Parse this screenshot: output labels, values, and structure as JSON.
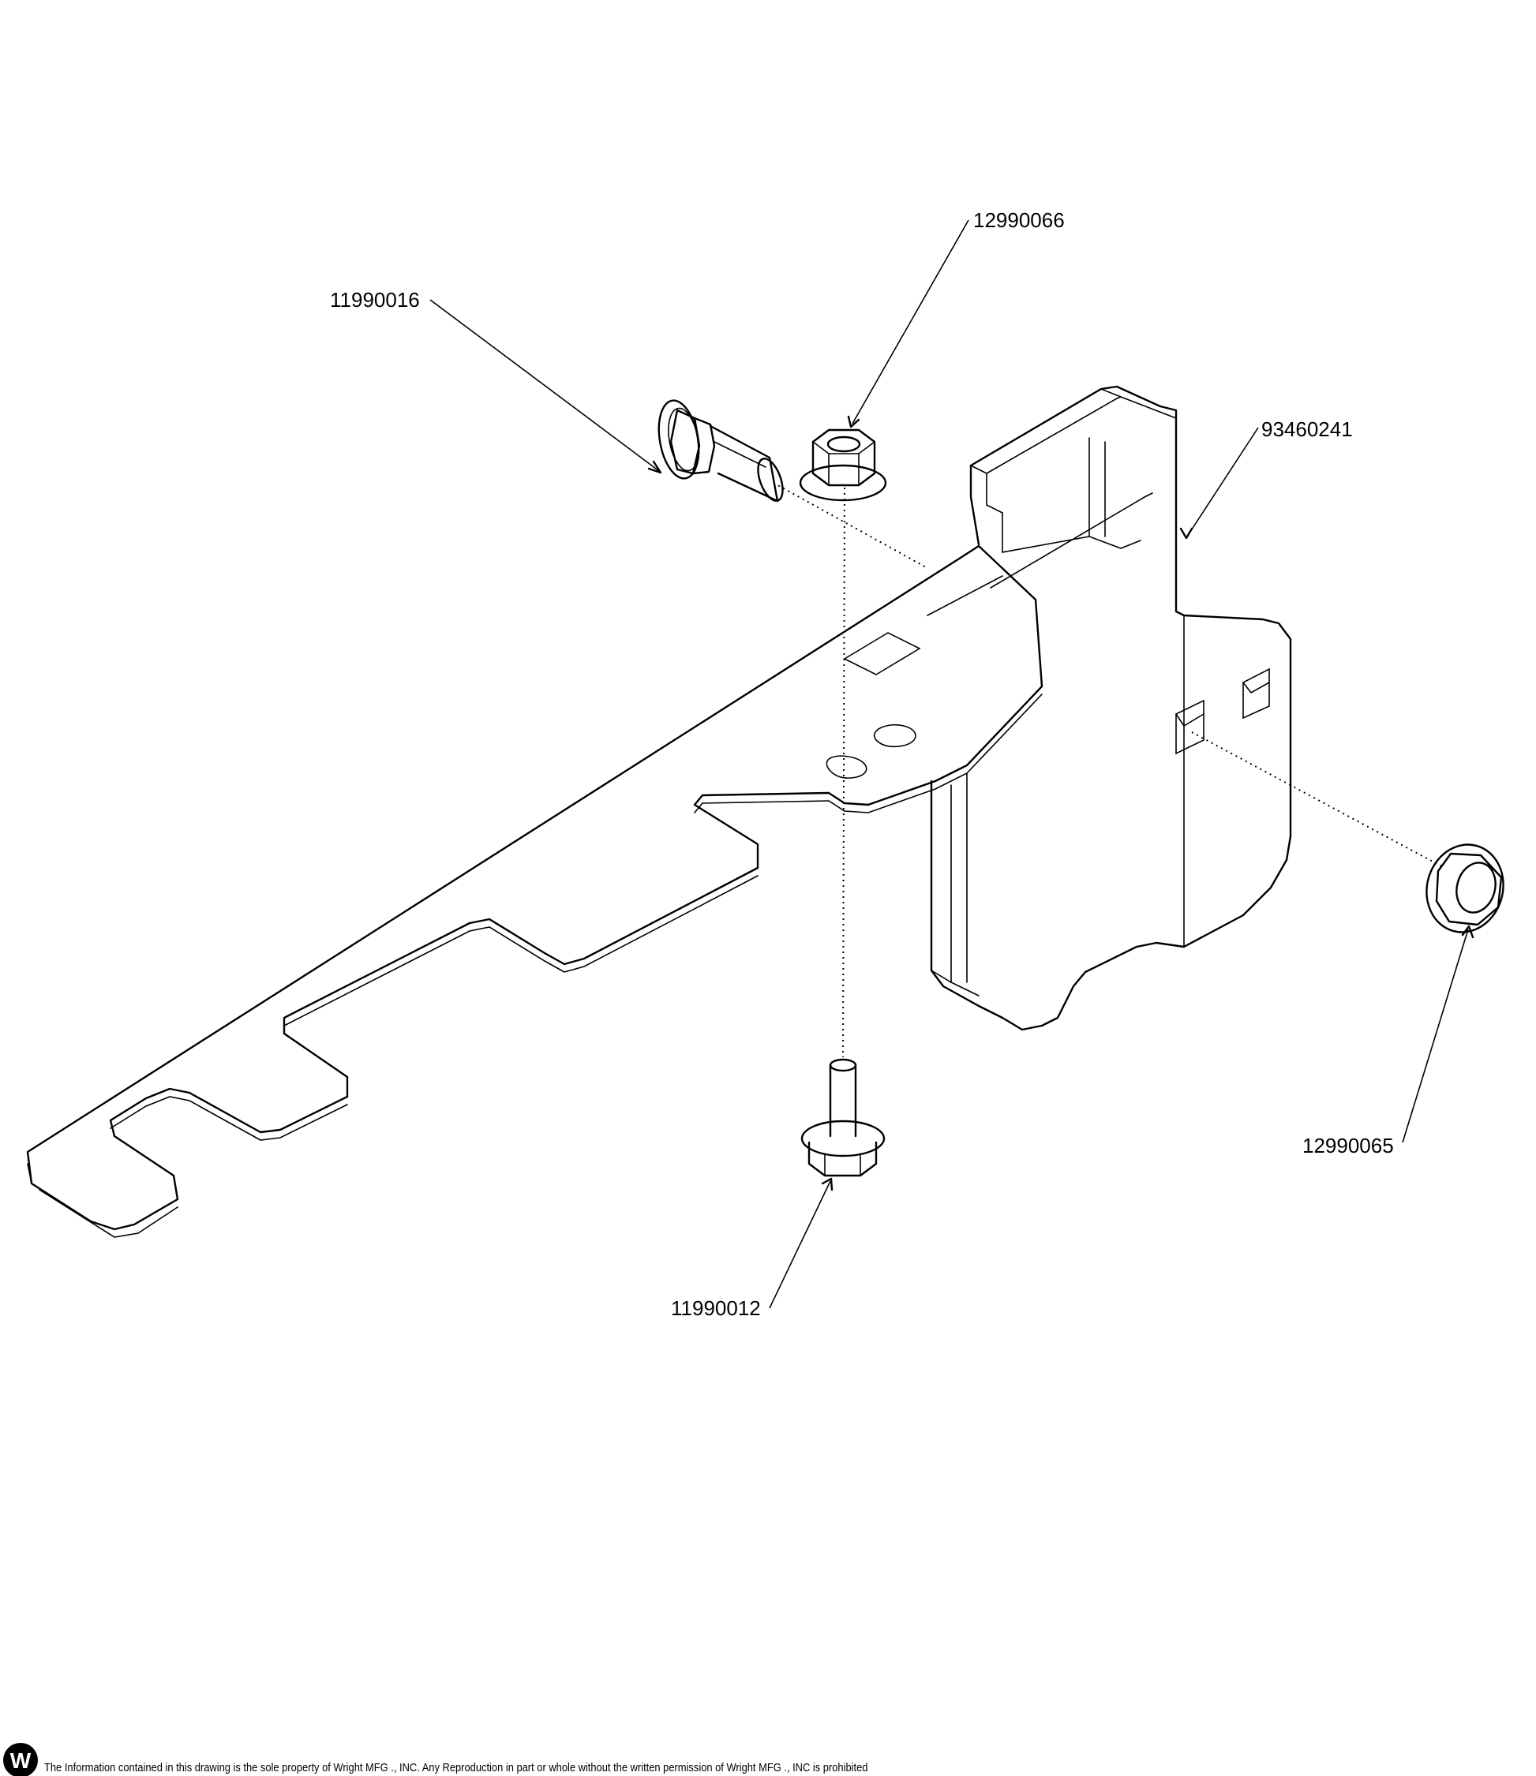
{
  "callouts": {
    "bolt_top": "11990016",
    "nut_top": "12990066",
    "bracket": "93460241",
    "nut_right": "12990065",
    "bolt_bottom": "11990012"
  },
  "footer": {
    "logo_letter": "W",
    "notice": "The Information contained in this drawing is the sole property of Wright MFG ., INC. Any Reproduction in part or whole without the written permission of Wright MFG ., INC is prohibited"
  }
}
